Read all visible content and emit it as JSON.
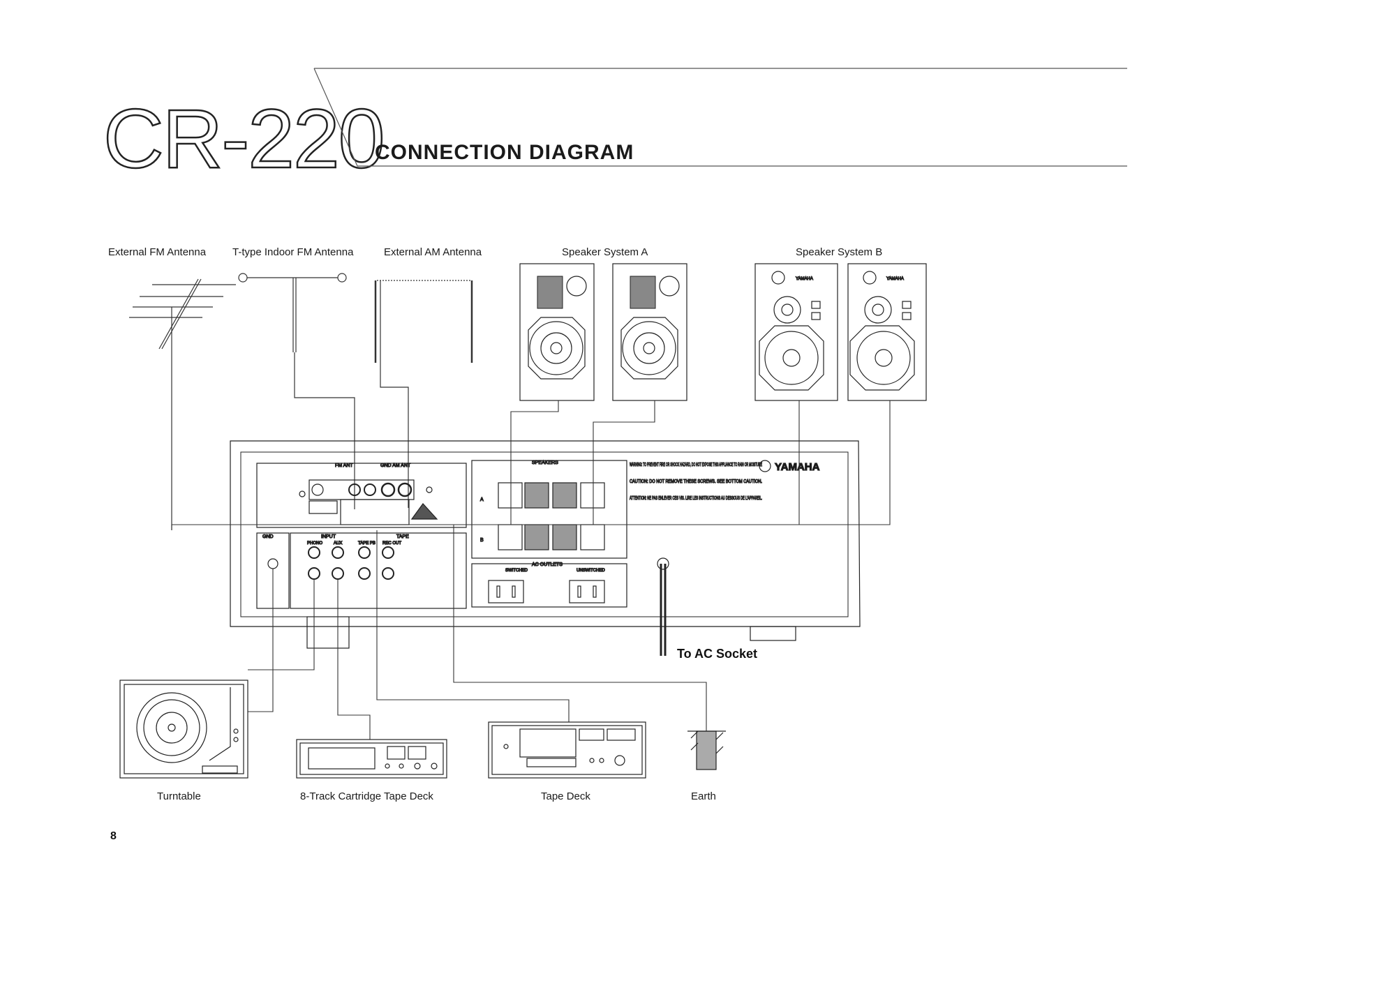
{
  "header": {
    "model": "CR-220",
    "section_title": "CONNECTION DIAGRAM"
  },
  "labels": {
    "external_fm_antenna": "External FM Antenna",
    "t_type_indoor_fm_antenna": "T-type Indoor FM Antenna",
    "external_am_antenna": "External AM Antenna",
    "speaker_system_a": "Speaker System A",
    "speaker_system_b": "Speaker System B",
    "to_ac_socket": "To AC Socket",
    "turntable": "Turntable",
    "eight_track_deck": "8-Track Cartridge Tape Deck",
    "tape_deck": "Tape Deck",
    "earth": "Earth"
  },
  "receiver_panel": {
    "fm_ant": "FM ANT",
    "gnd_am_ant": "GND AM ANT",
    "speakers": "SPEAKERS",
    "input": "INPUT",
    "tape": "TAPE",
    "phono": "PHONO",
    "aux": "AUX",
    "tape_pb": "TAPE PB",
    "rec_out": "REC OUT",
    "gnd": "GND",
    "ac_outlets": "AC OUTLETS",
    "switched": "SWITCHED",
    "unswitched": "UNSWITCHED",
    "speaker_a": "A",
    "speaker_b": "B",
    "brand": "YAMAHA",
    "warning": "WARNING: TO PREVENT FIRE OR SHOCK HAZARD, DO NOT EXPOSE THIS APPLIANCE TO RAIN OR MOISTURE",
    "caution": "CAUTION: DO NOT REMOVE THESE SCREWS. SEE BOTTOM CAUTION.",
    "attention": "ATTENTION: NE PAS ENLEVER CES VIS. LIRE LES INSTRUCTIONS AU DESSOUS DE L'APPAREIL."
  },
  "speaker_brand": "YAMAHA",
  "page_number": "8"
}
